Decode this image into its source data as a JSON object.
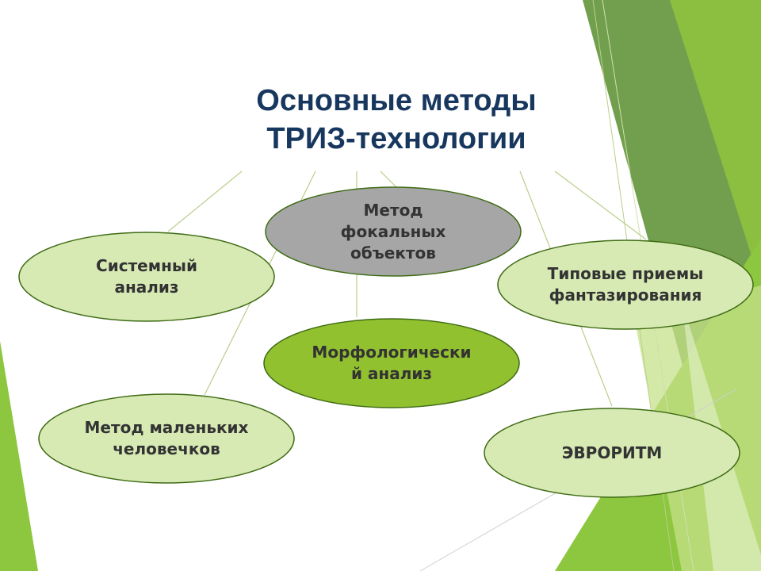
{
  "slide": {
    "title": "Основные методы\nТРИЗ-технологии",
    "nodes": [
      {
        "id": "focal",
        "label": "Метод\nфокальных\nобъектов",
        "fill": "#a6a6a6"
      },
      {
        "id": "system",
        "label": "Системный\nанализ",
        "fill": "#d7eab4"
      },
      {
        "id": "typical",
        "label": "Типовые приемы\nфантазирования",
        "fill": "#d7eab4"
      },
      {
        "id": "morph",
        "label": "Морфологически\nй анализ",
        "fill": "#92c12f"
      },
      {
        "id": "little",
        "label": "Метод маленьких\nчеловечков",
        "fill": "#d7eab4"
      },
      {
        "id": "euro",
        "label": "ЭВРОРИТМ",
        "fill": "#d7eab4"
      }
    ]
  },
  "colors": {
    "title": "#17375e",
    "accent_dark": "#5b8a34",
    "accent": "#8dc63f",
    "accent_light": "#c5e08a",
    "node_border": "#3f6b14",
    "connector": "#b8cf8a"
  }
}
